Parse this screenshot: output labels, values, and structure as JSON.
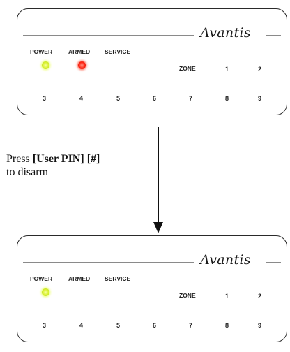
{
  "panels": [
    {
      "state": "armed",
      "brand": "Avantis",
      "indicators": [
        {
          "label": "POWER",
          "lit": true,
          "color": "#dff53a"
        },
        {
          "label": "ARMED",
          "lit": true,
          "color": "#ff2a18"
        },
        {
          "label": "SERVICE",
          "lit": false,
          "color": null
        }
      ],
      "zone_label": "ZONE",
      "zone_numbers": [
        "1",
        "2"
      ],
      "keys": [
        "3",
        "4",
        "5",
        "6",
        "7",
        "8",
        "9"
      ]
    },
    {
      "state": "disarmed",
      "brand": "Avantis",
      "indicators": [
        {
          "label": "POWER",
          "lit": true,
          "color": "#dff53a"
        },
        {
          "label": "ARMED",
          "lit": false,
          "color": null
        },
        {
          "label": "SERVICE",
          "lit": false,
          "color": null
        }
      ],
      "zone_label": "ZONE",
      "zone_numbers": [
        "1",
        "2"
      ],
      "keys": [
        "3",
        "4",
        "5",
        "6",
        "7",
        "8",
        "9"
      ]
    }
  ],
  "instruction": {
    "prefix": "Press",
    "command": "[User PIN] [#]",
    "suffix": "to disarm"
  }
}
